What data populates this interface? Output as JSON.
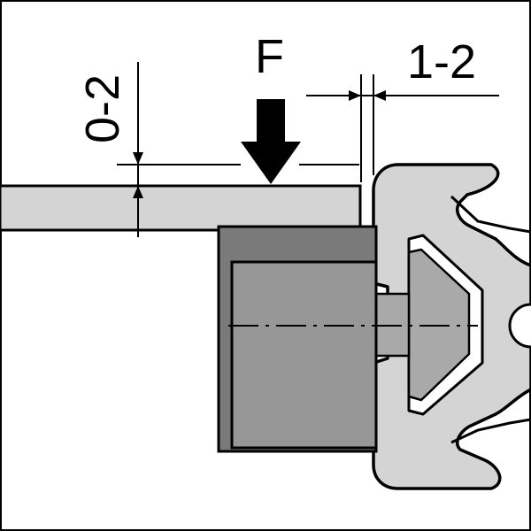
{
  "labels": {
    "force": "F",
    "gap_vertical": "0-2",
    "gap_horizontal": "1-2"
  },
  "colors": {
    "plate_fill": "#d4d4d4",
    "profile_fill": "#d4d4d4",
    "block_dark": "#7a7a7a",
    "block_mid": "#979797",
    "block_light": "#a9a9a9",
    "outline": "#000000",
    "background": "#ffffff"
  }
}
